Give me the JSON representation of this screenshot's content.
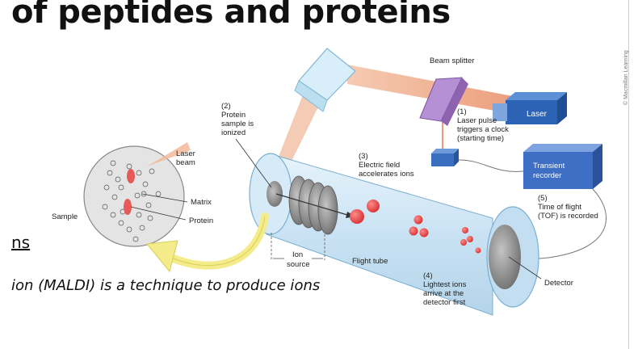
{
  "slide": {
    "title_fragment": "of peptides and proteins",
    "underlined_fragment": "ns",
    "sentence_fragment": "ion (MALDI) is a technique to produce ions",
    "credit": "© Macmillan Learning"
  },
  "diagram": {
    "beam_splitter": "Beam splitter",
    "laser": "Laser",
    "step1": [
      "(1)",
      "Laser pulse",
      "triggers a clock",
      "(starting time)"
    ],
    "step2": [
      "(2)",
      "Protein",
      "sample is",
      "ionized"
    ],
    "step3": [
      "(3)",
      "Electric field",
      "accelerates ions"
    ],
    "step4": [
      "(4)",
      "Lightest ions",
      "arrive at the",
      "detector first"
    ],
    "step5": [
      "(5)",
      "Time of flight",
      "(TOF) is recorded"
    ],
    "transient_recorder": [
      "Transient",
      "recorder"
    ],
    "laser_beam": [
      "Laser",
      "beam"
    ],
    "matrix": "Matrix",
    "protein": "Protein",
    "sample": "Sample",
    "ion_source": [
      "Ion",
      "source"
    ],
    "flight_tube": "Flight tube",
    "detector": "Detector"
  },
  "colors": {
    "tube": "#cfe6f5",
    "laser_box": "#2d63b4",
    "recorder": "#3f6fc4",
    "beam_splitter": "#a57cc5",
    "ion": "#e04848",
    "arrow": "#f4ec8a"
  }
}
